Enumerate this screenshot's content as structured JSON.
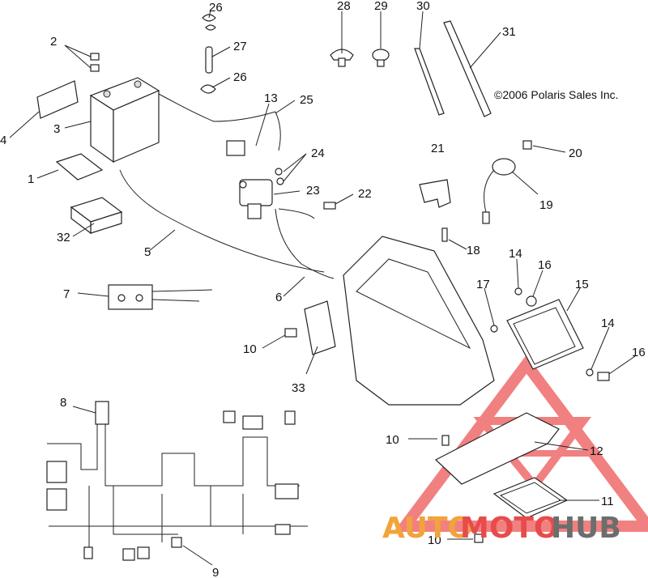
{
  "copyright": "©2006 Polaris Sales Inc.",
  "callouts": [
    "26",
    "27",
    "26",
    "28",
    "29",
    "30",
    "31",
    "2",
    "4",
    "3",
    "1",
    "32",
    "13",
    "25",
    "24",
    "23",
    "22",
    "21",
    "20",
    "19",
    "18",
    "5",
    "7",
    "6",
    "10",
    "33",
    "14",
    "16",
    "17",
    "15",
    "14",
    "16",
    "8",
    "10",
    "12",
    "11",
    "10",
    "9"
  ],
  "watermark": {
    "part1": "AUTO",
    "part2": "MOTO",
    "part3": "HUB",
    "color_red": "#e84b4b",
    "color_orange": "#f2a33a",
    "color_gray": "#6d6d6d"
  }
}
